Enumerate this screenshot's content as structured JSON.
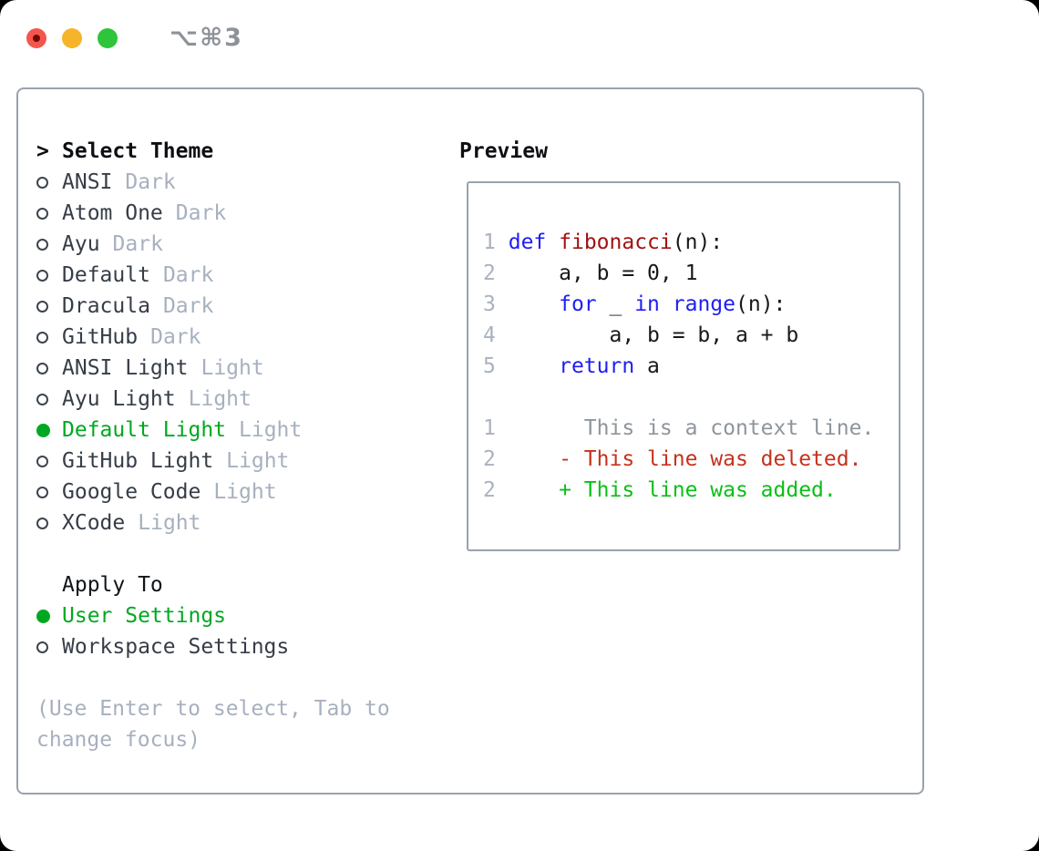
{
  "titlebar": {
    "shortcut": "⌥⌘3",
    "traffic_lights": [
      {
        "name": "close",
        "color": "#f4564d"
      },
      {
        "name": "minimize",
        "color": "#f6b42a"
      },
      {
        "name": "maximize",
        "color": "#2ec53a"
      }
    ]
  },
  "theme_picker": {
    "prompt": ">",
    "title": "Select Theme",
    "themes": [
      {
        "name": "ANSI",
        "variant": "Dark",
        "selected": false
      },
      {
        "name": "Atom One",
        "variant": "Dark",
        "selected": false
      },
      {
        "name": "Ayu",
        "variant": "Dark",
        "selected": false
      },
      {
        "name": "Default",
        "variant": "Dark",
        "selected": false
      },
      {
        "name": "Dracula",
        "variant": "Dark",
        "selected": false
      },
      {
        "name": "GitHub",
        "variant": "Dark",
        "selected": false
      },
      {
        "name": "ANSI Light",
        "variant": "Light",
        "selected": false
      },
      {
        "name": "Ayu Light",
        "variant": "Light",
        "selected": false
      },
      {
        "name": "Default Light",
        "variant": "Light",
        "selected": true
      },
      {
        "name": "GitHub Light",
        "variant": "Light",
        "selected": false
      },
      {
        "name": "Google Code",
        "variant": "Light",
        "selected": false
      },
      {
        "name": "XCode",
        "variant": "Light",
        "selected": false
      }
    ],
    "apply_to": {
      "title": "Apply To",
      "options": [
        {
          "label": "User Settings",
          "selected": true
        },
        {
          "label": "Workspace Settings",
          "selected": false
        }
      ]
    },
    "help": "(Use Enter to select, Tab to change focus)"
  },
  "preview": {
    "title": "Preview",
    "code_lines": [
      {
        "num": "1",
        "tokens": [
          {
            "t": " ",
            "c": "code"
          },
          {
            "t": "def",
            "c": "keyword"
          },
          {
            "t": " ",
            "c": "code"
          },
          {
            "t": "fibonacci",
            "c": "function"
          },
          {
            "t": "(n):",
            "c": "code"
          }
        ]
      },
      {
        "num": "2",
        "tokens": [
          {
            "t": "     a, b = 0, 1",
            "c": "code"
          }
        ]
      },
      {
        "num": "3",
        "tokens": [
          {
            "t": "     ",
            "c": "code"
          },
          {
            "t": "for",
            "c": "keyword"
          },
          {
            "t": " _ ",
            "c": "code"
          },
          {
            "t": "in",
            "c": "keyword"
          },
          {
            "t": " ",
            "c": "code"
          },
          {
            "t": "range",
            "c": "keyword"
          },
          {
            "t": "(n):",
            "c": "code"
          }
        ]
      },
      {
        "num": "4",
        "tokens": [
          {
            "t": "         a, b = b, a + b",
            "c": "code"
          }
        ]
      },
      {
        "num": "5",
        "tokens": [
          {
            "t": "     ",
            "c": "code"
          },
          {
            "t": "return",
            "c": "keyword"
          },
          {
            "t": " a",
            "c": "code"
          }
        ]
      },
      {
        "num": "",
        "tokens": []
      },
      {
        "num": "1",
        "tokens": [
          {
            "t": "       This is a context line.",
            "c": "context"
          }
        ]
      },
      {
        "num": "2",
        "tokens": [
          {
            "t": "     - This line was deleted.",
            "c": "deleted"
          }
        ]
      },
      {
        "num": "2",
        "tokens": [
          {
            "t": "     + This line was added.",
            "c": "added"
          }
        ]
      }
    ]
  },
  "colors": {
    "accent_green": "#00a822",
    "keyword_blue": "#1e1ef2",
    "function_red": "#a11212",
    "deleted_red": "#c5321c",
    "added_green": "#0bbf17",
    "muted_gray": "#a7b0bf",
    "border_gray": "#99a2ae",
    "text_dark": "#363d47"
  }
}
